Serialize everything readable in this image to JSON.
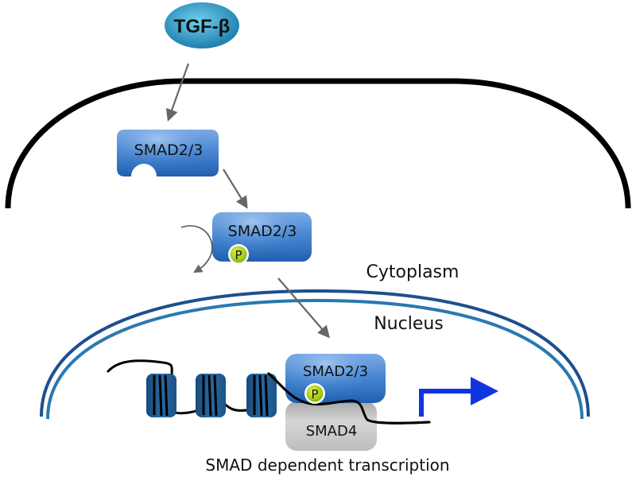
{
  "diagram": {
    "ligand": {
      "label": "TGF-β",
      "color": "#3aa3cc"
    },
    "smad_inactive": {
      "label": "SMAD2/3"
    },
    "smad_phospho": {
      "label": "SMAD2/3",
      "phospho_label": "P"
    },
    "smad_complex": {
      "label": "SMAD2/3",
      "phospho_label": "P",
      "partner_label": "SMAD4"
    },
    "compartments": {
      "cytoplasm": "Cytoplasm",
      "nucleus": "Nucleus"
    },
    "caption": "SMAD dependent transcription",
    "colors": {
      "smad_blue": "#3a78c0",
      "phospho_green": "#b8d80c",
      "smad4_gray": "#c8c8c8",
      "arrow_gray": "#666666",
      "membrane": "#000000",
      "nuclear_outer": "#1d4f8f",
      "nuclear_inner": "#2a78b0",
      "nucleosome": "#1f5d8f",
      "transcription_arrow": "#1035e0"
    }
  }
}
